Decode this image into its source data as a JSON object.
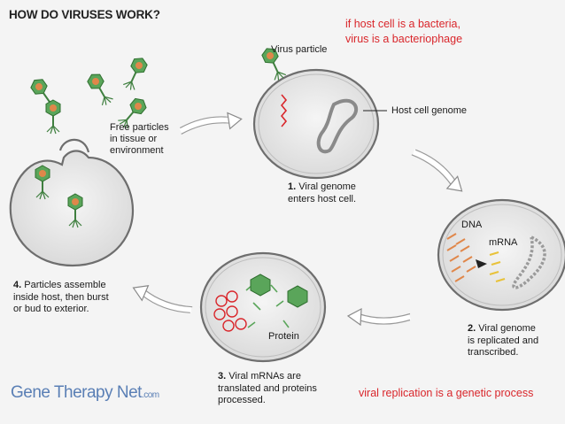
{
  "title": "HOW DO VIRUSES WORK?",
  "notes": {
    "bacteria_line1": "if host cell is a bacteria,",
    "bacteria_line2": "virus is a bacteriophage",
    "genetic": "viral replication is a genetic process"
  },
  "labels": {
    "virus_particle": "Virus particle",
    "host_cell_genome": "Host cell genome",
    "free_particles": "Free particles\nin tissue or\nenvironment",
    "dna": "DNA",
    "mrna": "mRNA",
    "protein": "Protein"
  },
  "steps": [
    {
      "num": "1.",
      "text": "Viral genome\nenters host cell."
    },
    {
      "num": "2.",
      "text": "Viral genome\nis replicated and\ntranscribed."
    },
    {
      "num": "3.",
      "text": "Viral mRNAs are\ntranslated and proteins\nprocessed."
    },
    {
      "num": "4.",
      "text": "Particles assemble\ninside host, then burst\nor bud to exterior."
    }
  ],
  "brand": {
    "name": "Gene Therapy Net",
    "suffix": ".com"
  },
  "colors": {
    "title": "#222222",
    "note_red": "#d9262b",
    "brand_blue": "#5a7fb5",
    "virus_green": "#5aa55a",
    "dna_orange": "#e0874a",
    "mrna_yellow": "#e8c23a",
    "cell_fill": "#ececec",
    "cell_border": "#6e6e6e"
  },
  "icons": [
    "virus-particle-icon",
    "cycle-arrow-icon",
    "dna-icon",
    "mrna-icon",
    "protein-icon",
    "host-genome-icon"
  ]
}
